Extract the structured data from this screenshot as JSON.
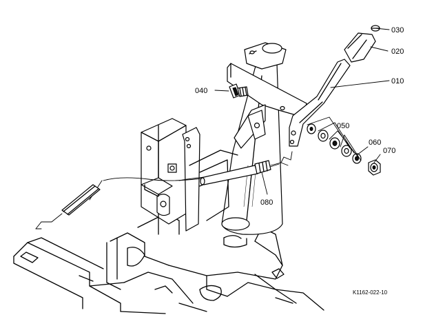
{
  "callouts": {
    "p010": "010",
    "p020": "020",
    "p030": "030",
    "p040": "040",
    "p050": "050",
    "p060": "060",
    "p070": "070",
    "p080": "080"
  },
  "figure_code": "K1162-022-10"
}
